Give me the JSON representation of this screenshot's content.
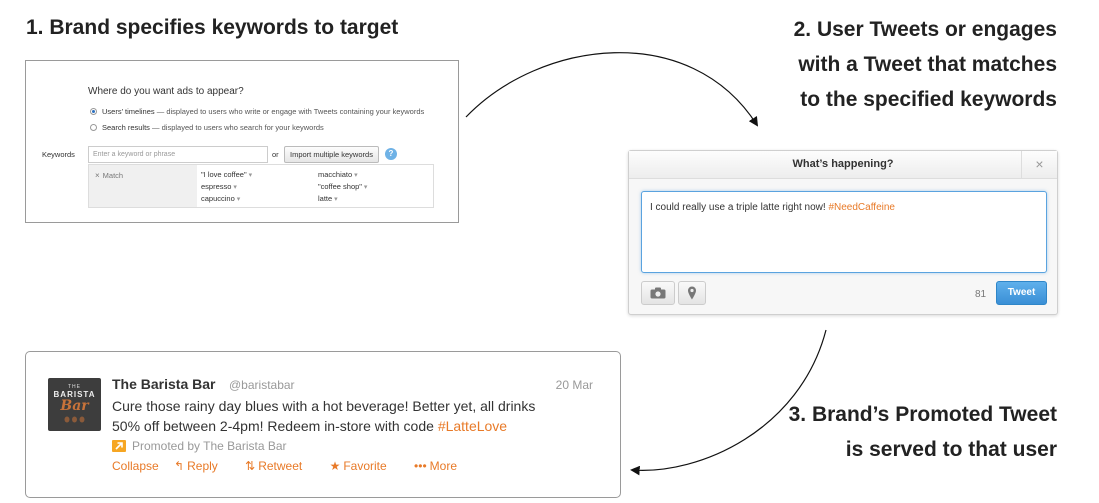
{
  "steps": {
    "step1": "1. Brand specifies keywords to target",
    "step2_line1": "2. User Tweets or engages",
    "step2_line2": "with a Tweet that matches",
    "step2_line3": "to the specified keywords",
    "step3_line1": "3. Brand’s Promoted Tweet",
    "step3_line2": "is served to that user"
  },
  "targeting": {
    "question": "Where do you want ads to appear?",
    "option1_name": "Users’ timelines",
    "option1_desc": " — displayed to users who write or engage with Tweets containing your keywords",
    "option2_name": "Search results",
    "option2_desc": " — displayed to users who search for your keywords",
    "selected_option": 1,
    "keywords_label": "Keywords",
    "keyword_placeholder": "Enter a keyword or phrase",
    "or_label": "or",
    "import_button": "Import multiple keywords",
    "help_icon": "?",
    "match_label": "Match",
    "keywords": [
      "\"I love coffee\"",
      "macchiato",
      "espresso",
      "\"coffee shop\"",
      "capuccino",
      "latte"
    ]
  },
  "compose": {
    "title": "What’s happening?",
    "close": "×",
    "text": "I could really use a triple latte right now! ",
    "hashtag": "#NeedCaffeine",
    "char_count": "81",
    "tweet_button": "Tweet",
    "icons": [
      "camera-icon",
      "location-pin-icon"
    ]
  },
  "promoted_tweet": {
    "account_name": "The Barista Bar",
    "handle": "@baristabar",
    "date": "20 Mar",
    "logo_text_top": "THE",
    "logo_text_mid": "BARISTA",
    "logo_text_bottom": "Bar",
    "text_line1": "Cure those rainy day blues with a hot beverage! Better yet, all drinks",
    "text_line2": "50% off between 2-4pm! Redeem in-store with code ",
    "hashtag": "#LatteLove",
    "promoted_by": "Promoted by The Barista Bar",
    "actions": {
      "collapse": "Collapse",
      "reply": "Reply",
      "retweet": "Retweet",
      "favorite": "Favorite",
      "more": "More"
    }
  },
  "colors": {
    "link_orange": "#e87a28",
    "tweet_button_blue": "#3a8fd6",
    "promoted_badge": "#f6a623"
  }
}
